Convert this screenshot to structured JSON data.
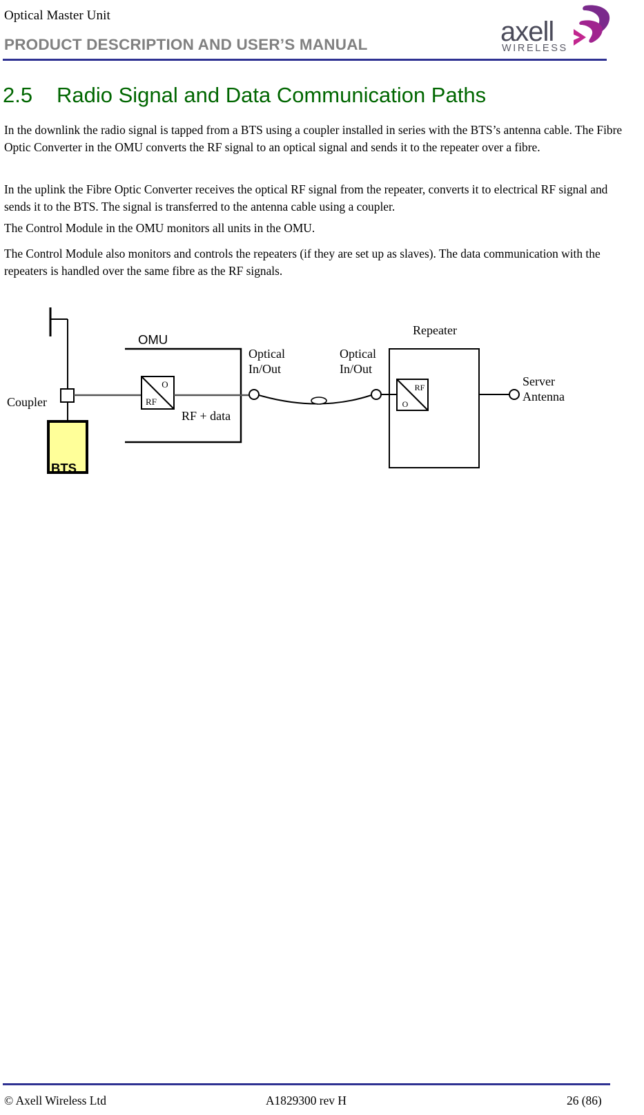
{
  "header": {
    "product_line": "Optical Master Unit",
    "doc_type": "PRODUCT DESCRIPTION AND USER’S MANUAL",
    "rule_color": "#2e3192",
    "logo": {
      "wordmark": "axell",
      "subtitle": "WIRELESS",
      "swoosh_color_dark": "#7b2a8c",
      "swoosh_color_light": "#c2268f",
      "text_color": "#4b4b5a"
    }
  },
  "heading": {
    "number": "2.5",
    "title": "Radio Signal and Data Communication Paths",
    "color": "#006600"
  },
  "paragraphs": [
    "In the downlink the radio signal is tapped from a BTS using a coupler installed in series with the BTS’s antenna cable. The Fibre Optic Converter in the OMU converts the RF signal to an optical signal and sends it to the repeater over a fibre.",
    "In the uplink the Fibre Optic Converter receives the optical RF signal from the repeater, converts it to electrical RF signal and sends it to the BTS. The signal is transferred to the antenna cable using a coupler.",
    "The Control Module in the OMU monitors all units in the OMU.",
    "The Control Module also monitors and controls the repeaters (if they are set up as slaves). The data communication with the repeaters is handled over the same fibre as the RF signals."
  ],
  "diagram": {
    "labels": {
      "coupler": "Coupler",
      "bts": "BTS",
      "omu": "OMU",
      "rf_data": "RF + data",
      "optical_left": "Optical\nIn/Out",
      "optical_right": "Optical\nIn/Out",
      "repeater": "Repeater",
      "server_antenna": "Server\nAntenna"
    },
    "omu_converter": {
      "in_label": "RF",
      "out_label": "O"
    },
    "repeater_converter": {
      "in_label": "O",
      "out_label": "RF"
    },
    "bts_fill_color": "#ffff99",
    "line_color": "#000000"
  },
  "footer": {
    "copyright": "© Axell Wireless Ltd",
    "doc_id": "A1829300 rev H",
    "page": "26 (86)",
    "rule_color": "#2e3192"
  }
}
